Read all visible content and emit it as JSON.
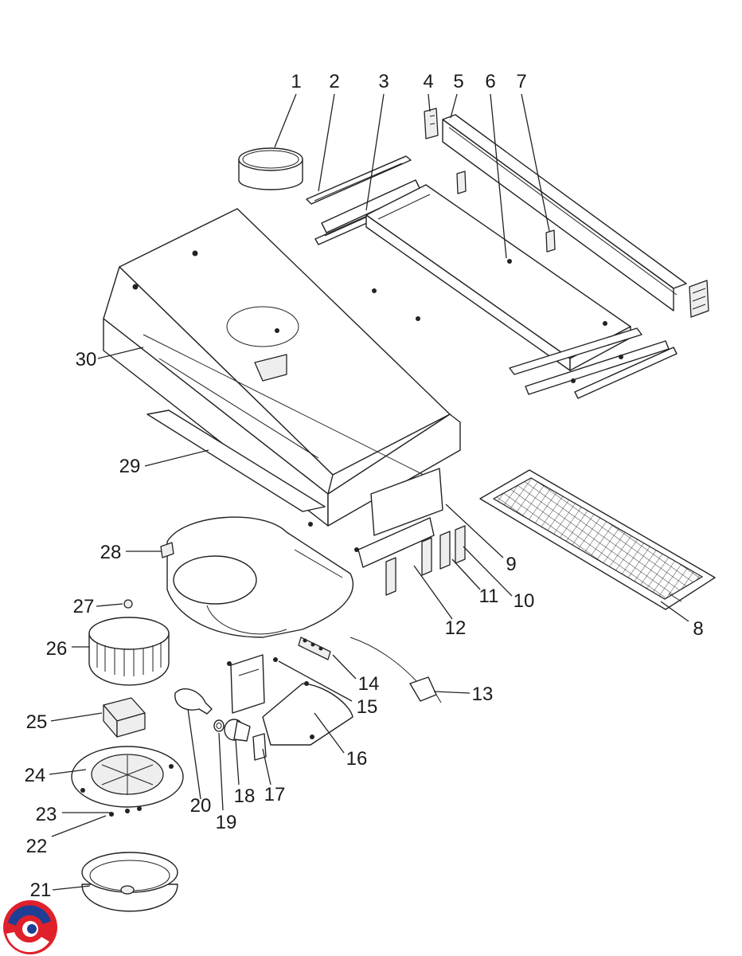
{
  "callouts": [
    {
      "n": "1",
      "part": "1"
    },
    {
      "n": "2",
      "part": "2"
    },
    {
      "n": "3",
      "part": "3"
    },
    {
      "n": "4",
      "part": "4"
    },
    {
      "n": "5",
      "part": "5"
    },
    {
      "n": "6",
      "part": "6"
    },
    {
      "n": "7",
      "part": "7"
    },
    {
      "n": "8",
      "part": "8"
    },
    {
      "n": "9",
      "part": "9"
    },
    {
      "n": "10",
      "part": "10"
    },
    {
      "n": "11",
      "part": "11"
    },
    {
      "n": "12",
      "part": "12"
    },
    {
      "n": "13",
      "part": "13"
    },
    {
      "n": "14",
      "part": "14"
    },
    {
      "n": "15",
      "part": "15"
    },
    {
      "n": "16",
      "part": "16"
    },
    {
      "n": "17",
      "part": "17"
    },
    {
      "n": "18",
      "part": "18"
    },
    {
      "n": "19",
      "part": "19"
    },
    {
      "n": "20",
      "part": "20"
    },
    {
      "n": "21",
      "part": "21"
    },
    {
      "n": "22",
      "part": "22"
    },
    {
      "n": "23",
      "part": "23"
    },
    {
      "n": "24",
      "part": "24"
    },
    {
      "n": "25",
      "part": "25"
    },
    {
      "n": "26",
      "part": "26"
    },
    {
      "n": "27",
      "part": "27"
    },
    {
      "n": "28",
      "part": "28"
    },
    {
      "n": "29",
      "part": "29"
    },
    {
      "n": "30",
      "part": "30"
    }
  ],
  "colors": {
    "line": "#222222",
    "logo_red": "#e0202a",
    "logo_blue": "#1f3f95"
  },
  "logo": {
    "icon": "company-logo-icon"
  }
}
